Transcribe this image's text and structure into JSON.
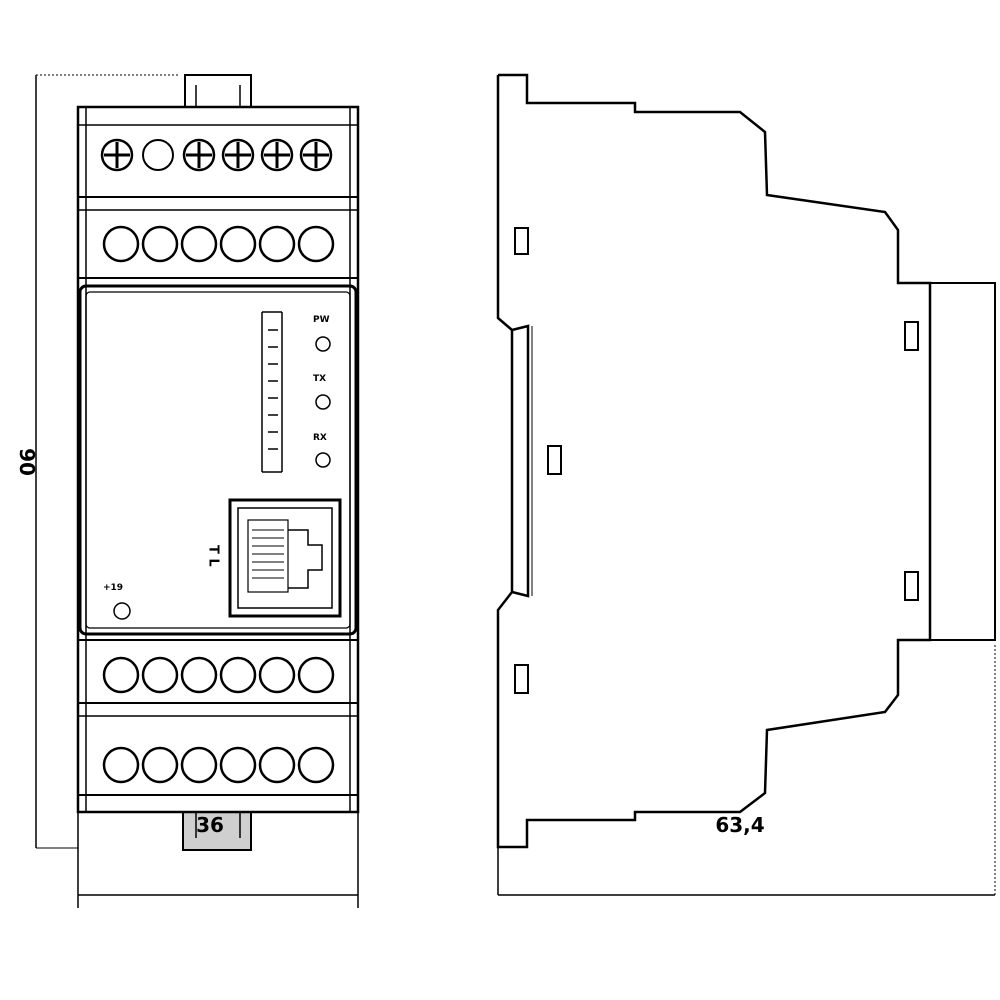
{
  "dimensions": {
    "height": "90",
    "width_front": "36",
    "depth_side": "63,4"
  },
  "front_panel": {
    "leds": [
      {
        "label": "PW"
      },
      {
        "label": "TX"
      },
      {
        "label": "RX"
      }
    ],
    "ethernet_label": "T\nL",
    "button_label": "+19"
  },
  "colors": {
    "line": "#000000",
    "panel_fill": "#ffffff",
    "terminal_fill": "#ffffff"
  }
}
